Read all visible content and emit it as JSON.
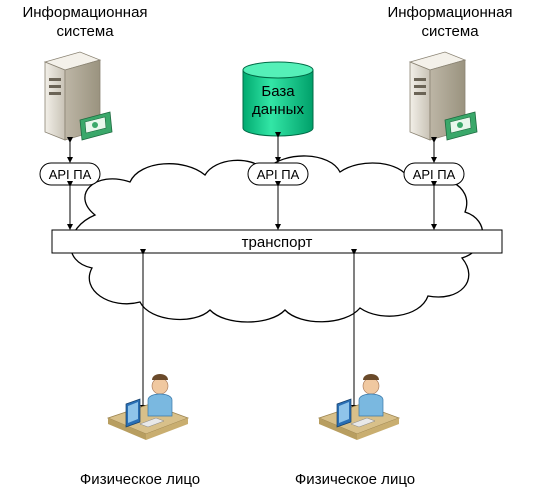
{
  "systems": [
    {
      "title_line1": "Информационная",
      "title_line2": "система",
      "api_label": "API ПА"
    },
    {
      "title_line1": "Информационная",
      "title_line2": "система",
      "api_label": "API ПА"
    }
  ],
  "database": {
    "line1": "База",
    "line2": "данных",
    "api_label": "API ПА"
  },
  "transport": {
    "label": "транспорт"
  },
  "persons": [
    {
      "label": "Физическое лицо"
    },
    {
      "label": "Физическое лицо"
    }
  ],
  "colors": {
    "database_fill": "#00cc88",
    "server_body": "#e8e4dc",
    "card_green": "#3aa86a",
    "monitor_blue": "#2a6fb5",
    "person_blue": "#7ab8e0",
    "desk_tan": "#d8c08a"
  }
}
